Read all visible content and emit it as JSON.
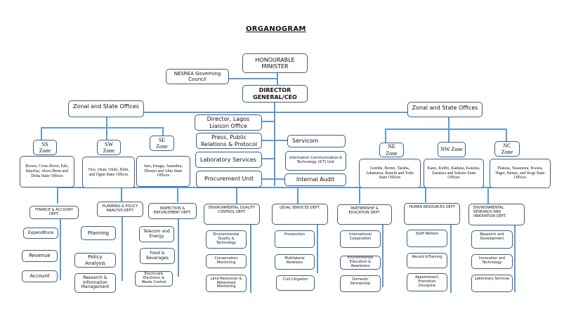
{
  "title": "ORGANOGRAM",
  "top": {
    "minister": "HONOURABLE MINISTER",
    "governing_council": "NESREA Governing Council",
    "director_general": "DIRECTOR GENERAL/CEO"
  },
  "zonal_left": {
    "label": "Zonal and State Offices",
    "zones": [
      {
        "name": "SS Zone",
        "states": "Rivers, Cross-River, Edo, Bayelsa, Akwa Ibom and Delta State Offices"
      },
      {
        "name": "SW Zone",
        "states": "Oyo, Osun, Ondo, Ekiti, and Ogun State Offices"
      },
      {
        "name": "SE Zone",
        "states": "Imo, Enugu, Anambra, Ebonyi and Abia State Offices"
      }
    ]
  },
  "zonal_right": {
    "label": "Zonal and State Offices",
    "zones": [
      {
        "name": "NE Zone",
        "states": "Gombe, Borno, Taraba, Adamawa, Bauchi and Yobe State Offices"
      },
      {
        "name": "NW Zone",
        "states": "Kano, Kebbi, Kaduna, Katsina, Zamfara and Sokoto State Offices"
      },
      {
        "name": "NC Zone",
        "states": "Plateau, Nasarawa, Kwara, Niger, Benue, and Kogi State Offices"
      }
    ]
  },
  "units_left": [
    "Director, Lagos Liaison Office",
    "Press, Public Relations & Protocol",
    "Laboratory Services",
    "Procurement Unit"
  ],
  "units_right": [
    "Servicom",
    "Information Communication & Technology (ICT) Unit",
    "Internal Audit"
  ],
  "departments": [
    {
      "name": "FINANCE & ACCOUNT DEPT.",
      "units": [
        "Expenditure",
        "Revenue",
        "Account"
      ]
    },
    {
      "name": "PLANNING & POLICY ANALYSIS DEPT.",
      "units": [
        "Planning",
        "Policy Analysis",
        "Research & Information Management"
      ]
    },
    {
      "name": "INSPECTION & ENFORCEMENT DEPT.",
      "units": [
        "Telecom and Energy",
        "Food & Beverages",
        "Electrical& Electronic & Waste Control"
      ]
    },
    {
      "name": "ENVIRONMENTAL QUALITY CONTROL DEPT.",
      "units": [
        "Environmental Quality & Technology",
        "Conservation Monitoring",
        "Land Resources & Watershed Monitoring"
      ]
    },
    {
      "name": "LEGAL SERVICES DEPT.",
      "units": [
        "Prosecution",
        "Multilateral Relations",
        "Civil Litigation"
      ]
    },
    {
      "name": "PARTNERSHIP & EDUCATION DEPT.",
      "units": [
        "International Cooperation",
        "Environmental Education & Awareness",
        "Domestic Partnership"
      ]
    },
    {
      "name": "HUMAN RESOURCES DEPT",
      "units": [
        "Staff Welfare",
        "Record &Training",
        "Appointment, Promotion Discipline"
      ]
    },
    {
      "name": "ENVIRONMENTAL RESEARCH AND INNOVATION DEPT.",
      "units": [
        "Research and Development",
        "Innovation and Technology",
        "Laboratary Services"
      ]
    }
  ]
}
